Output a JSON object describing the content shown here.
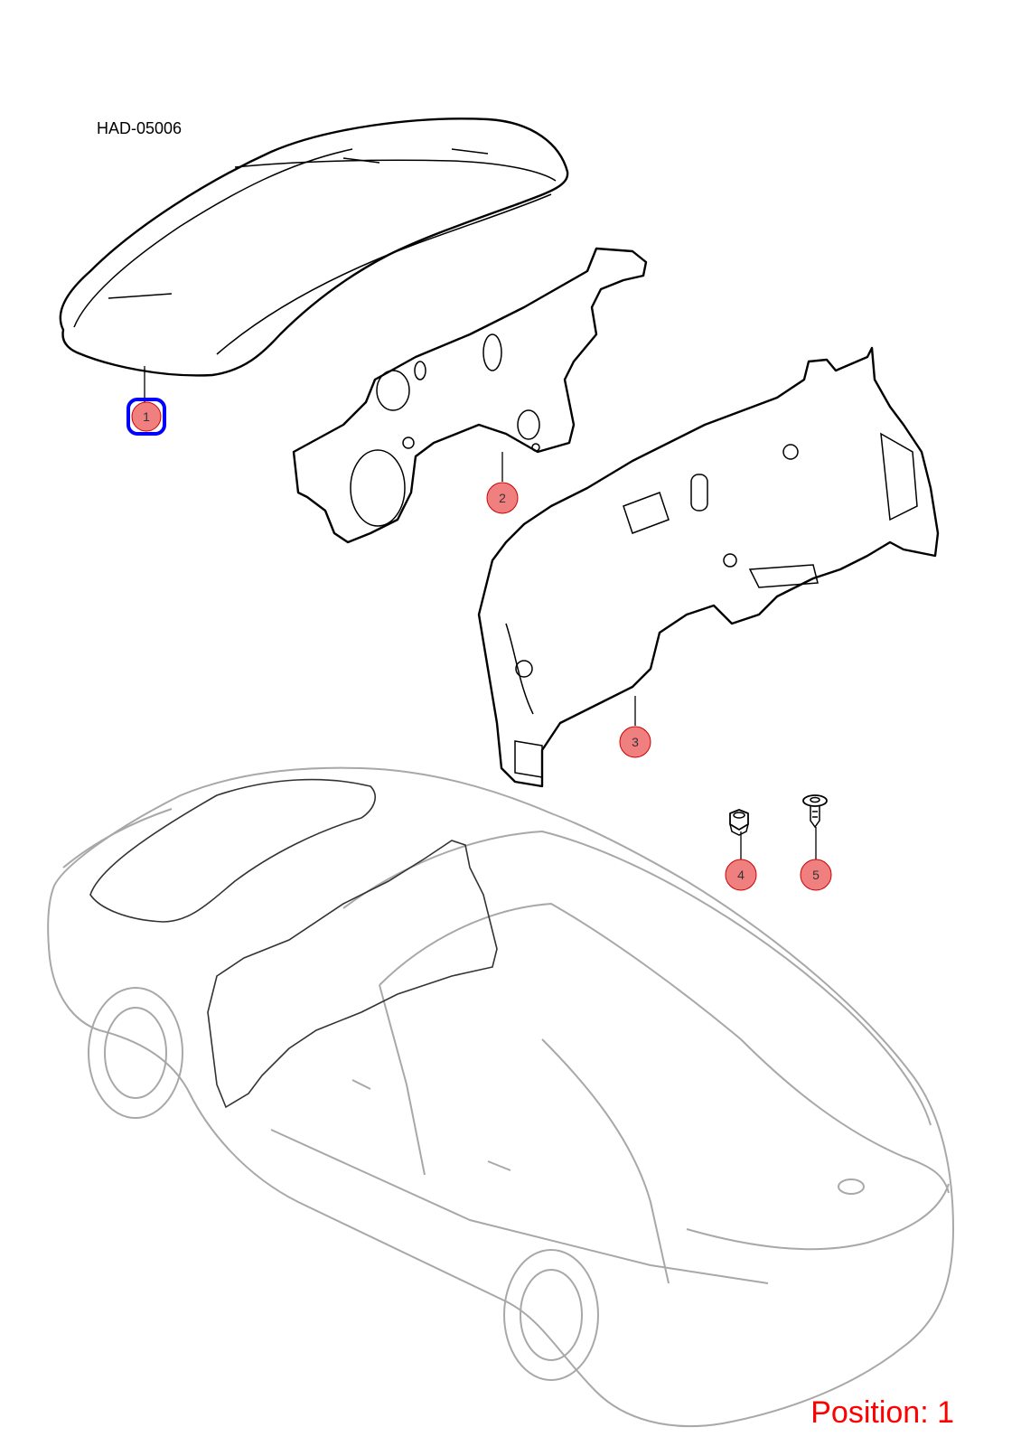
{
  "diagram": {
    "code": "HAD-05006",
    "position_label": "Position: 1",
    "colors": {
      "callout_fill": "#f08080",
      "callout_stroke": "#cc0000",
      "selected_outline": "#0000ff",
      "position_text": "#ff0000",
      "car_outline": "#a8a8a8"
    },
    "callouts": [
      {
        "id": "1",
        "label": "1",
        "selected": true
      },
      {
        "id": "2",
        "label": "2",
        "selected": false
      },
      {
        "id": "3",
        "label": "3",
        "selected": false
      },
      {
        "id": "4",
        "label": "4",
        "selected": false
      },
      {
        "id": "5",
        "label": "5",
        "selected": false
      }
    ]
  }
}
